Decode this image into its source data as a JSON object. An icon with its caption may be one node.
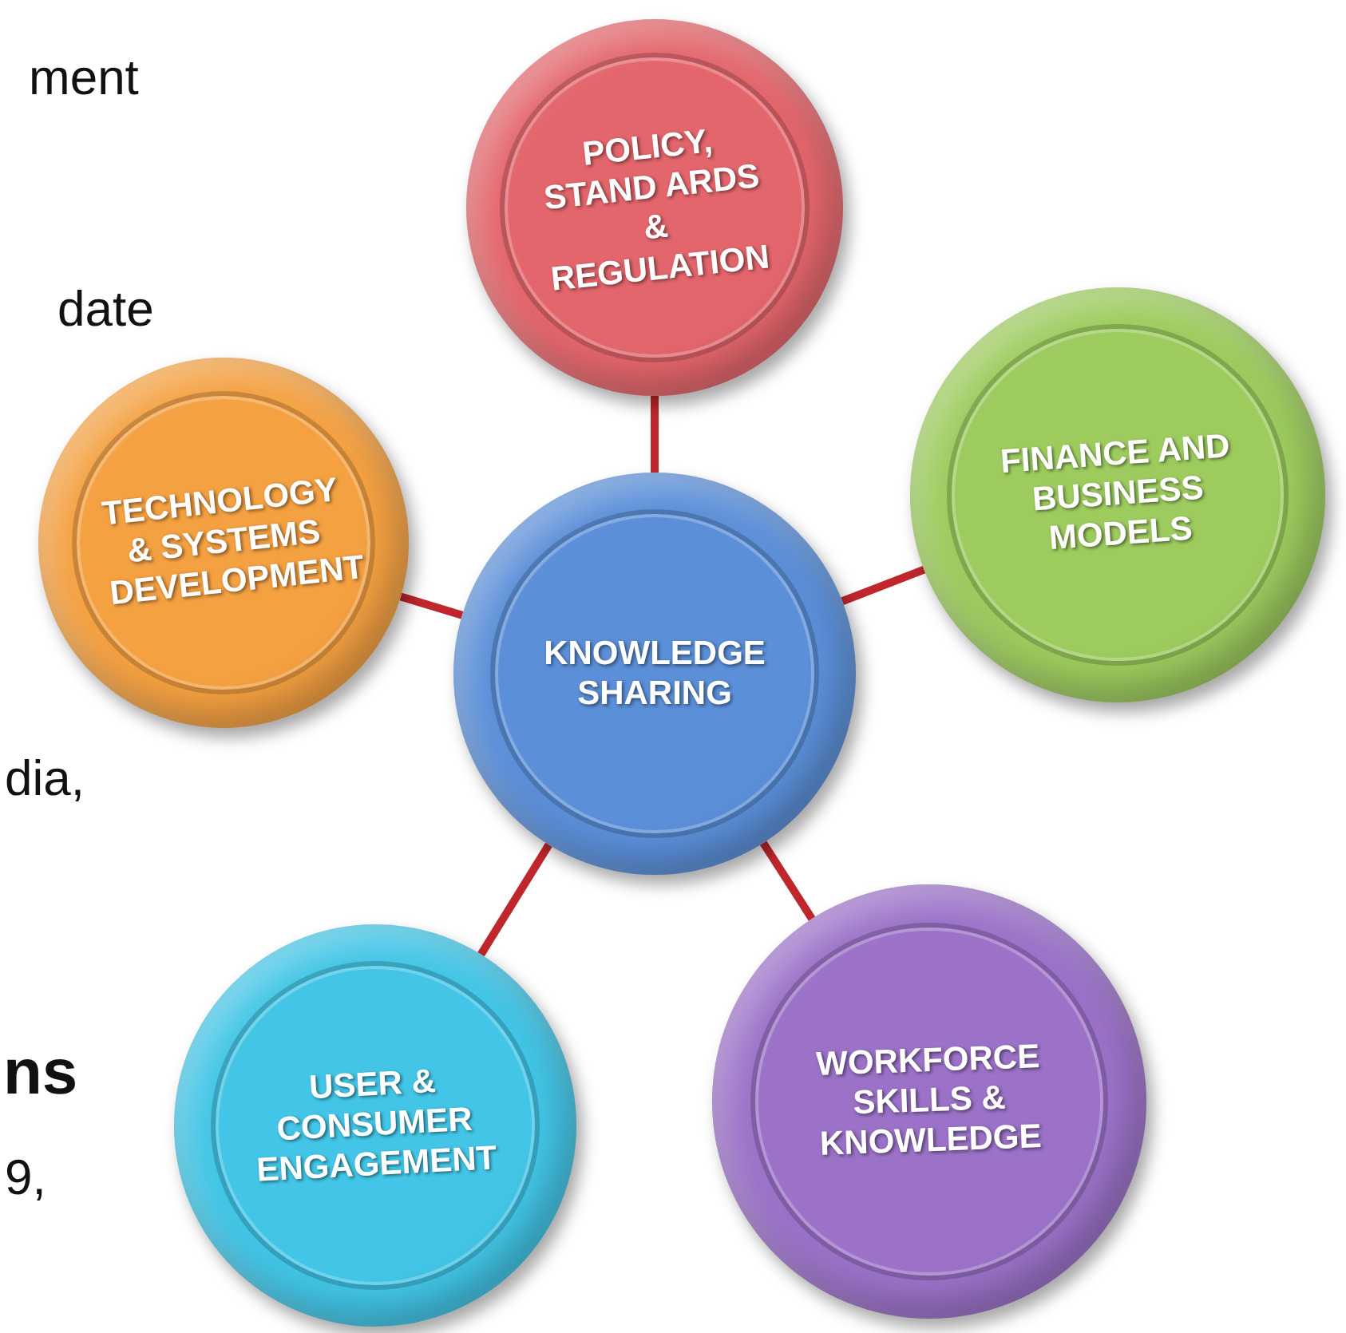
{
  "diagram": {
    "nodes": [
      {
        "text": [
          "KNOWLEDGE SHARING"
        ]
      },
      {
        "text": [
          "POLICY, STAND ARDS & REGULATION"
        ]
      },
      {
        "text": [
          "FINANCE AND BUSINESS MODELS"
        ]
      },
      {
        "text": [
          "WORKFORCE SKILLS & KNOWLEDGE"
        ]
      },
      {
        "text": [
          "USER & CONSUMER ENGAGEMENT"
        ]
      },
      {
        "text": [
          "TECHNOLOGY & SYSTEMS DEVELOPMENT"
        ]
      }
    ],
    "edges": [
      {
        "from": 0,
        "to": 1,
        "arrow": "none"
      },
      {
        "from": 0,
        "to": 2,
        "arrow": "none"
      },
      {
        "from": 0,
        "to": 3,
        "arrow": "none"
      },
      {
        "from": 0,
        "to": 4,
        "arrow": "none"
      },
      {
        "from": 0,
        "to": 5,
        "arrow": "none"
      }
    ],
    "labels": [
      "ment",
      "date",
      "dia,",
      "ns",
      "9,"
    ]
  }
}
